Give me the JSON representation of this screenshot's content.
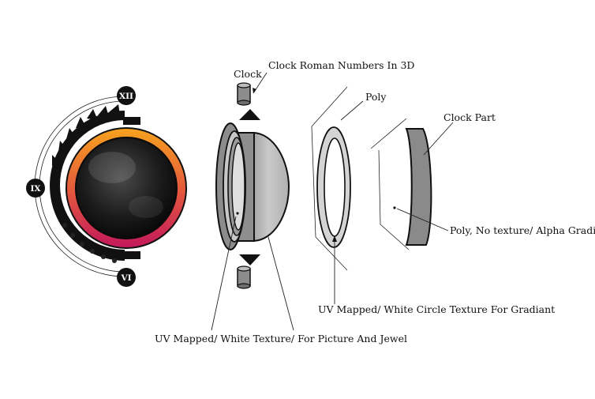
{
  "labels": {
    "clock": "Clock",
    "clock_roman_3d": "Clock Roman Numbers In 3D",
    "poly": "Poly",
    "clock_part": "Clock Part",
    "poly_no_texture": "Poly, No texture/ Alpha Gradiant",
    "uv_white_circle": "UV Mapped/ White Circle Texture For Gradiant",
    "uv_white_texture": "UV Mapped/ White Texture/ For Picture And Jewel"
  },
  "roman_numerals": {
    "top": "XII",
    "left": "IX",
    "bottom": "VI"
  },
  "colors": {
    "gradient_top": "#f6a623",
    "gradient_bottom": "#c2185b",
    "part_gray": "#8c8c8c",
    "light_gray": "#d4d4d4"
  }
}
